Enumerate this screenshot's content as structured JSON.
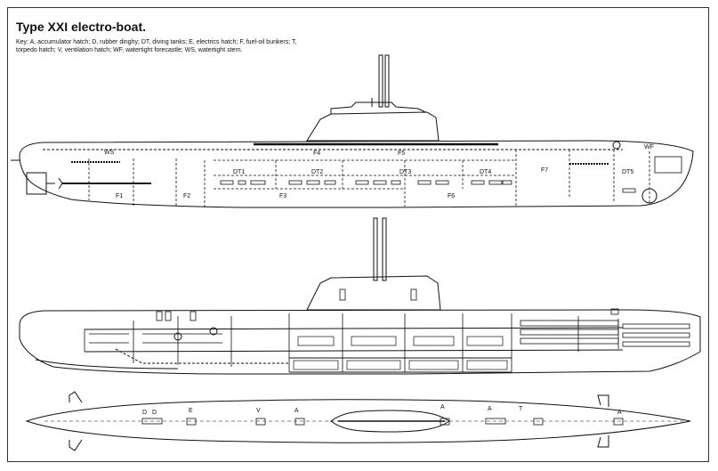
{
  "title": "Type XXI electro-boat.",
  "key": "Key: A, accumulator hatch; D, rubber dinghy; DT, diving tanks; E, electrics hatch; F, fuel-oil bunkers; T, torpedo hatch; V, ventilation hatch; WF, watertight forecastle; WS, watertight stern.",
  "side_profile": {
    "labels": [
      "WS",
      "F1",
      "F2",
      "DT1",
      "F4",
      "DT2",
      "F5",
      "DT3",
      "F3",
      "DT4",
      "F6",
      "F7",
      "WF",
      "DT5"
    ]
  },
  "plan_view": {
    "labels": [
      "D",
      "D",
      "E",
      "V",
      "A",
      "A",
      "A",
      "T",
      "A"
    ]
  }
}
